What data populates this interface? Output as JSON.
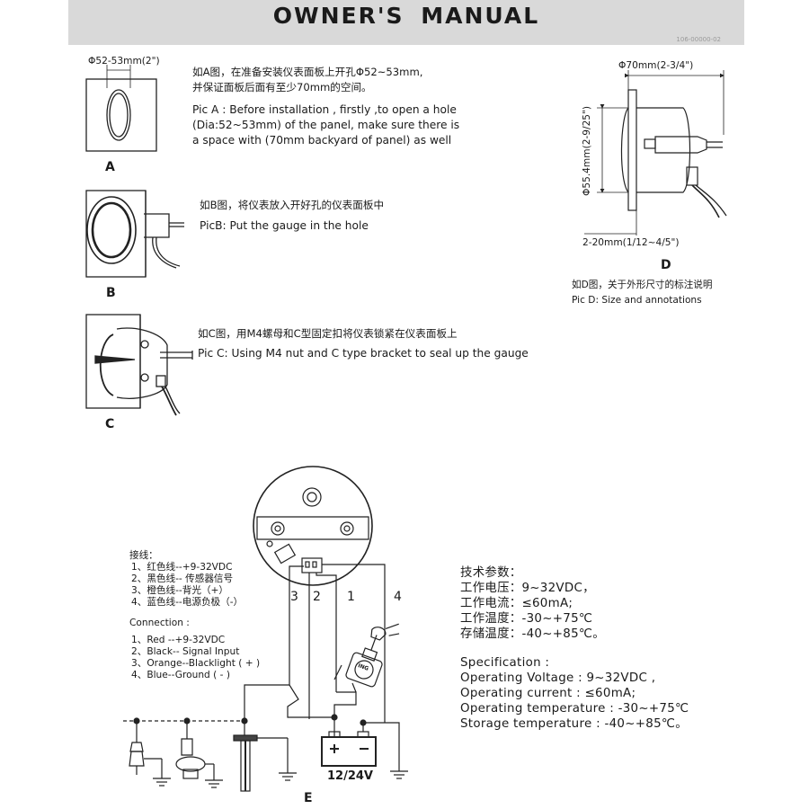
{
  "header": {
    "title": "OWNER'S  MANUAL",
    "doc_number": "106-00000-02"
  },
  "pic_a": {
    "label": "A",
    "dim_label": "Φ52-53mm(2\")",
    "cn_line1": "如A图，在准备安装仪表面板上开孔Φ52~53mm,",
    "cn_line2": "并保证面板后面有至少70mm的空间。",
    "en_line1": "Pic A : Before installation , firstly ,to open a hole",
    "en_line2": "(Dia:52~53mm) of the panel, make sure there is",
    "en_line3": "a space with (70mm backyard of panel)  as well"
  },
  "pic_b": {
    "label": "B",
    "cn": "如B图，将仪表放入开好孔的仪表面板中",
    "en": "PicB: Put the gauge in the hole"
  },
  "pic_c": {
    "label": "C",
    "cn": "如C图，用M4螺母和C型固定扣将仪表锁紧在仪表面板上",
    "en": "Pic C: Using M4 nut and C type bracket to seal up the gauge"
  },
  "pic_d": {
    "label": "D",
    "dim_top": "Φ70mm(2-3/4\")",
    "dim_side": "Φ55.4mm(2-9/25\")",
    "dim_bottom": "2-20mm(1/12~4/5\")",
    "cn": "如D图，关于外形尺寸的标注说明",
    "en": "Pic D: Size and annotations"
  },
  "pic_e": {
    "label": "E",
    "wire_numbers": [
      "3",
      "2",
      "1",
      "4"
    ],
    "battery_label": "12/24V",
    "ign_label": "ING"
  },
  "wiring_cn": {
    "heading": "接线：",
    "items": [
      "1、红色线--+9-32VDC",
      "2、黑色线-- 传感器信号",
      "3、橙色线--背光（+）",
      "4、蓝色线--电源负极（-）"
    ]
  },
  "wiring_en": {
    "heading": "Connection :",
    "items": [
      "1、Red --+9-32VDC",
      "2、Black-- Signal Input",
      "3、Orange--Blacklight ( + )",
      "4、Blue--Ground ( - )"
    ]
  },
  "spec_cn": {
    "heading": "技术参数：",
    "items": [
      "工作电压：9~32VDC，",
      "工作电流：≤60mA;",
      "工作温度：-30~+75℃",
      "存储温度：-40~+85℃。"
    ]
  },
  "spec_en": {
    "heading": "Specification :",
    "items": [
      "Operating Voltage : 9~32VDC ,",
      "Operating current : ≤60mA;",
      "Operating temperature : -30~+75℃",
      "Storage temperature : -40~+85℃。"
    ]
  }
}
